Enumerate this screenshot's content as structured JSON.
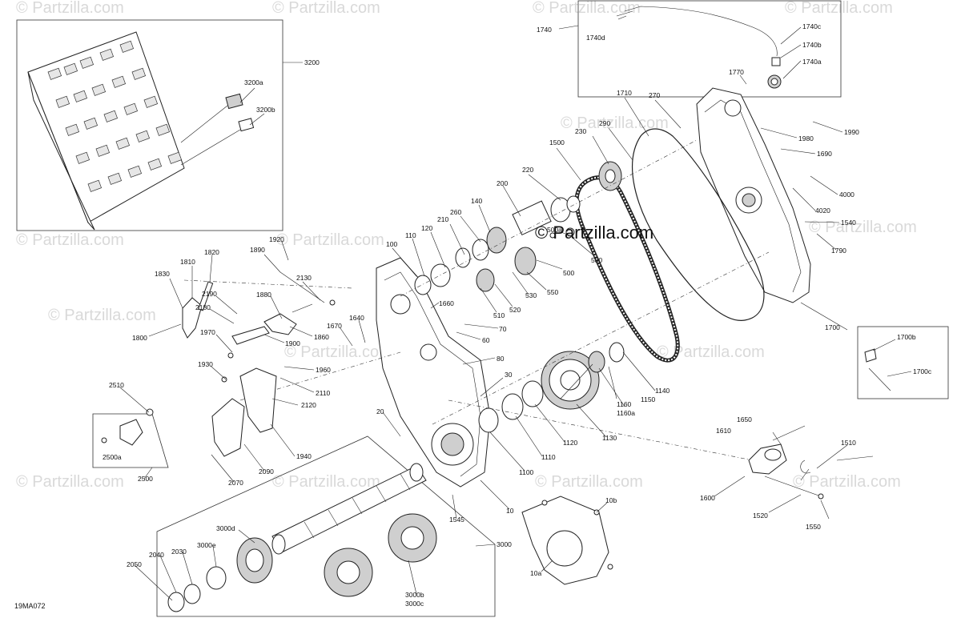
{
  "diagram_code": "19MA072",
  "brand_text": "© Partzilla.com",
  "watermarks": [
    {
      "text": "© Partzilla.com"
    },
    {
      "text": "© Partzilla.com"
    },
    {
      "text": "© Partzilla.com"
    },
    {
      "text": "© Partzilla.com"
    },
    {
      "text": "© Partzilla.com"
    },
    {
      "text": "© Partzilla.com"
    },
    {
      "text": "© Partzilla.com"
    },
    {
      "text": "© Partzilla.com"
    },
    {
      "text": "© Partzilla.com"
    },
    {
      "text": "© Partzilla.com"
    },
    {
      "text": "© Partzilla.com"
    },
    {
      "text": "© Partzilla.com"
    },
    {
      "text": "© Partzilla.com"
    },
    {
      "text": "© Partzilla.com"
    },
    {
      "text": "© Partzilla.com"
    }
  ],
  "callouts": [
    "3200",
    "3200a",
    "3200b",
    "1740",
    "1740d",
    "1740c",
    "1740b",
    "1740a",
    "1770",
    "1710",
    "270",
    "290",
    "230",
    "1500",
    "220",
    "200",
    "210",
    "260",
    "140",
    "120",
    "110",
    "100",
    "500a",
    "580",
    "500",
    "550",
    "530",
    "520",
    "510",
    "1980",
    "1990",
    "1690",
    "4000",
    "4020",
    "1540",
    "1790",
    "1700",
    "1920",
    "1890",
    "1820",
    "1810",
    "1830",
    "2130",
    "2190",
    "2180",
    "1880",
    "1800",
    "1970",
    "1860",
    "1900",
    "1670",
    "1640",
    "1660",
    "70",
    "60",
    "80",
    "30",
    "20",
    "1930",
    "1960",
    "2110",
    "2120",
    "1940",
    "2090",
    "2070",
    "2510",
    "2500a",
    "2500",
    "1160",
    "1160a",
    "1150",
    "1140",
    "1130",
    "1120",
    "1110",
    "1100",
    "10",
    "1545",
    "10b",
    "10a",
    "1650",
    "1610",
    "1510",
    "1600",
    "1520",
    "1550",
    "1700b",
    "1700c",
    "3000",
    "3000d",
    "3000e",
    "3000b",
    "3000c",
    "2030",
    "2040",
    "2050"
  ]
}
